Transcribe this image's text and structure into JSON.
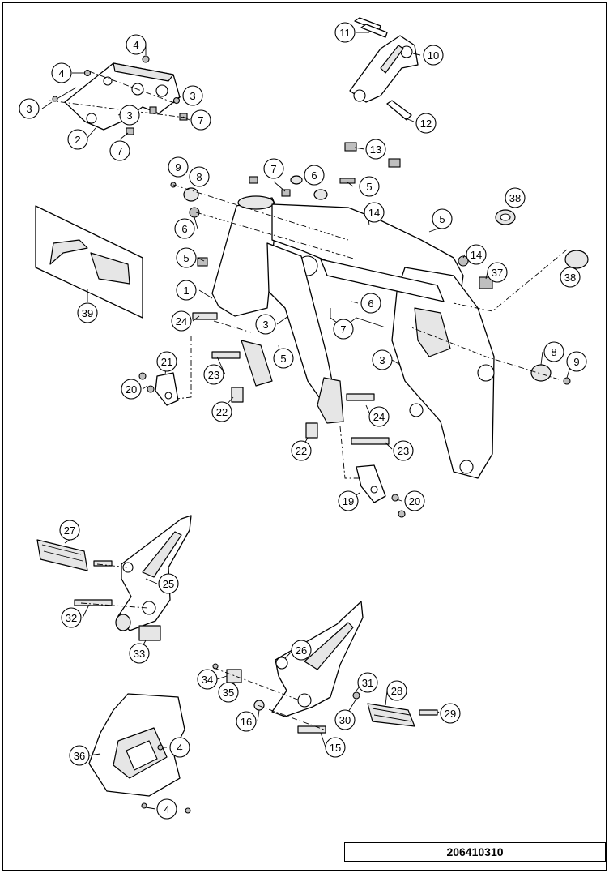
{
  "drawing_code": "206410310",
  "callouts": [
    {
      "part": "11"
    },
    {
      "part": "10"
    },
    {
      "part": "12"
    },
    {
      "part": "4"
    },
    {
      "part": "4"
    },
    {
      "part": "3"
    },
    {
      "part": "3"
    },
    {
      "part": "3"
    },
    {
      "part": "7"
    },
    {
      "part": "2"
    },
    {
      "part": "7"
    },
    {
      "part": "13"
    },
    {
      "part": "9"
    },
    {
      "part": "8"
    },
    {
      "part": "7"
    },
    {
      "part": "6"
    },
    {
      "part": "5"
    },
    {
      "part": "38"
    },
    {
      "part": "6"
    },
    {
      "part": "14"
    },
    {
      "part": "5"
    },
    {
      "part": "5"
    },
    {
      "part": "14"
    },
    {
      "part": "37"
    },
    {
      "part": "38"
    },
    {
      "part": "1"
    },
    {
      "part": "6"
    },
    {
      "part": "24"
    },
    {
      "part": "3"
    },
    {
      "part": "7"
    },
    {
      "part": "39"
    },
    {
      "part": "5"
    },
    {
      "part": "3"
    },
    {
      "part": "8"
    },
    {
      "part": "9"
    },
    {
      "part": "21"
    },
    {
      "part": "23"
    },
    {
      "part": "20"
    },
    {
      "part": "22"
    },
    {
      "part": "24"
    },
    {
      "part": "22"
    },
    {
      "part": "23"
    },
    {
      "part": "19"
    },
    {
      "part": "20"
    },
    {
      "part": "27"
    },
    {
      "part": "25"
    },
    {
      "part": "32"
    },
    {
      "part": "33"
    },
    {
      "part": "26"
    },
    {
      "part": "31"
    },
    {
      "part": "34"
    },
    {
      "part": "28"
    },
    {
      "part": "35"
    },
    {
      "part": "29"
    },
    {
      "part": "16"
    },
    {
      "part": "30"
    },
    {
      "part": "15"
    },
    {
      "part": "36"
    },
    {
      "part": "4"
    },
    {
      "part": "4"
    }
  ]
}
